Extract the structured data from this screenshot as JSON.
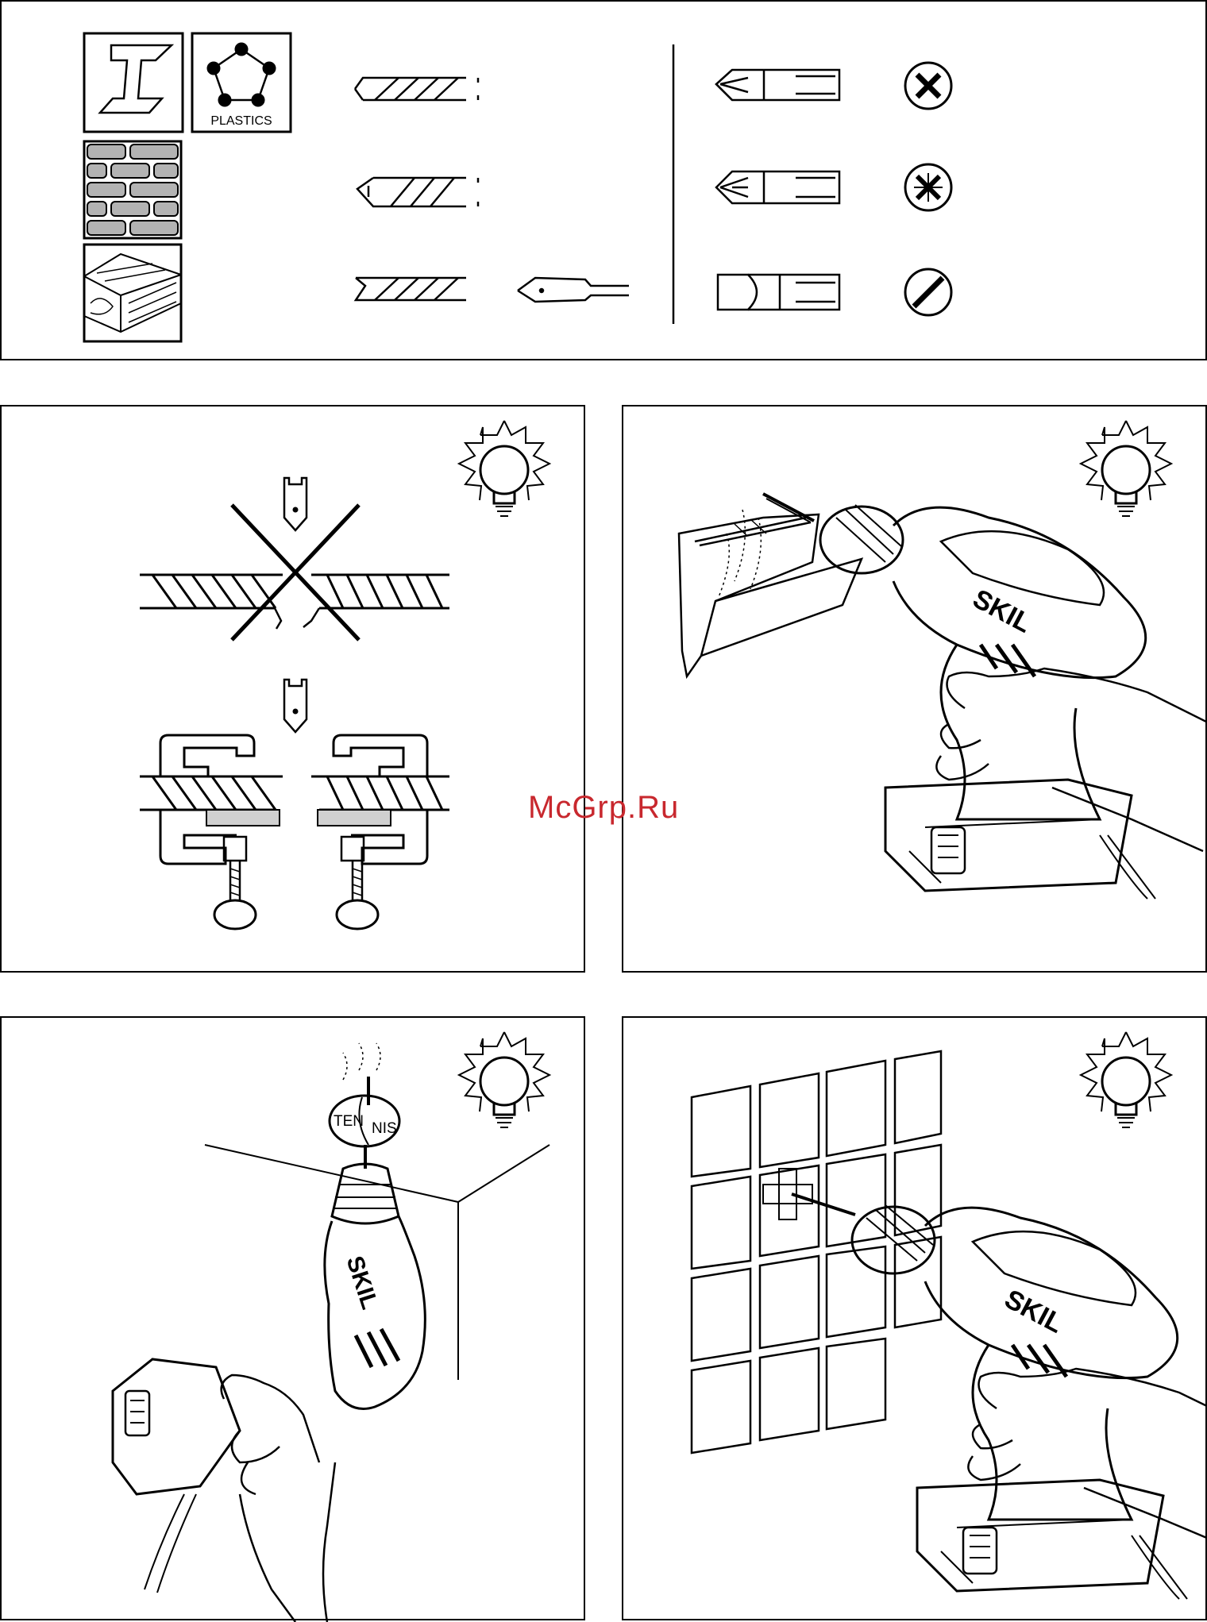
{
  "materials": {
    "metal_icon": "i-beam-icon",
    "plastics_label": "PLASTICS",
    "masonry_icon": "brick-wall-icon",
    "wood_icon": "wood-grain-icon"
  },
  "bits": {
    "metal": "twist-drill-bit-icon",
    "masonry": "masonry-drill-bit-icon",
    "wood": "wood-drill-bit-icon",
    "spade": "spade-bit-icon"
  },
  "screwdriver_bits": [
    {
      "bit": "phillips-bit-icon",
      "head": "phillips-screw-head-icon"
    },
    {
      "bit": "pozidriv-bit-icon",
      "head": "pozidriv-screw-head-icon"
    },
    {
      "bit": "slotted-bit-icon",
      "head": "slotted-screw-head-icon"
    }
  ],
  "tips": {
    "tip_icon": "light-bulb-icon",
    "brand": "SKIL",
    "ball_left": "TEN",
    "ball_right": "NIS"
  },
  "watermark": "McGrp.Ru"
}
